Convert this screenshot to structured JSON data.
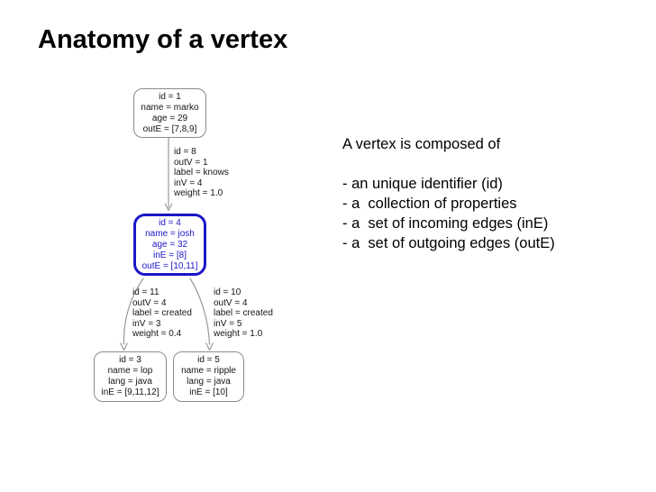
{
  "slide": {
    "title": "Anatomy of a vertex"
  },
  "colors": {
    "highlight-blue": "#1b16c8",
    "box-border-grey": "#8b8b8b",
    "edge-line-grey": "#999999"
  },
  "diagram": {
    "vertices": [
      {
        "name": "marko",
        "highlighted": false,
        "lines": [
          "id = 1",
          "name = marko",
          "age = 29",
          "outE = [7,8,9]"
        ]
      },
      {
        "name": "josh",
        "highlighted": true,
        "lines": [
          "id = 4",
          "name = josh",
          "age = 32",
          "inE = [8]",
          "outE = [10,11]"
        ]
      },
      {
        "name": "lop",
        "highlighted": false,
        "lines": [
          "id = 3",
          "name = lop",
          "lang = java",
          "inE = [9,11,12]"
        ]
      },
      {
        "name": "ripple",
        "highlighted": false,
        "lines": [
          "id = 5",
          "name = ripple",
          "lang = java",
          "inE = [10]"
        ]
      }
    ],
    "edge_labels": [
      {
        "edge": "marko-knows-josh",
        "lines": [
          "id = 8",
          "outV = 1",
          "label = knows",
          "inV = 4",
          "weight = 1.0"
        ]
      },
      {
        "edge": "josh-created-lop",
        "lines": [
          "id = 11",
          "outV = 4",
          "label = created",
          "inV = 3",
          "weight = 0.4"
        ]
      },
      {
        "edge": "josh-created-ripple",
        "lines": [
          "id = 10",
          "outV = 4",
          "label = created",
          "inV = 5",
          "weight = 1.0"
        ]
      }
    ]
  },
  "explanation": {
    "intro": "A vertex is composed of",
    "bullets": [
      "- an unique identifier (id)",
      "- a  collection of properties",
      "- a  set of incoming edges (inE)",
      "- a  set of outgoing edges (outE)"
    ]
  }
}
